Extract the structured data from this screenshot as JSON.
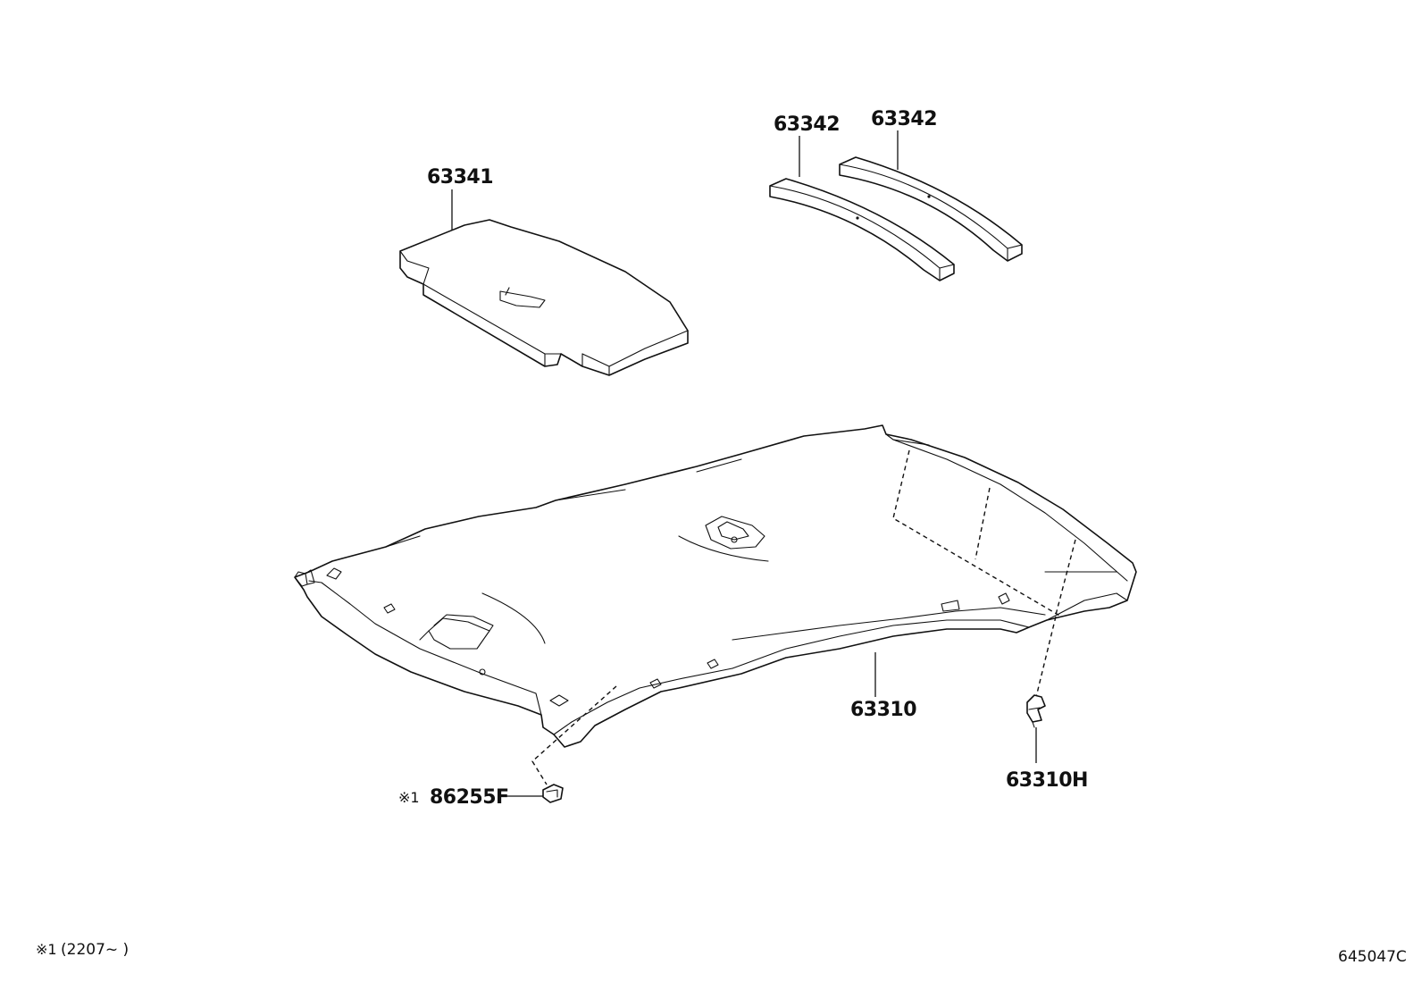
{
  "parts": {
    "pad_large": {
      "number": "63341"
    },
    "pad_strip_front": {
      "number": "63342"
    },
    "pad_strip_rear": {
      "number": "63342"
    },
    "headliner": {
      "number": "63310"
    },
    "clip": {
      "number": "63310H"
    },
    "retainer": {
      "number": "86255F",
      "note_mark": "※1"
    }
  },
  "footnote": {
    "mark": "※1",
    "text": "(2207~    )"
  },
  "diagram_ref": "645047C"
}
